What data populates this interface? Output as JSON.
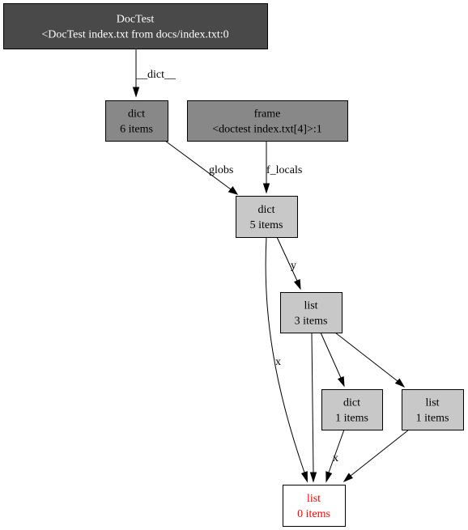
{
  "diagram": {
    "type": "object-reference-graph",
    "nodes": [
      {
        "id": "doctest",
        "lines": [
          "DocTest",
          "<DocTest index.txt from docs/index.txt:0"
        ],
        "fill": "#494949",
        "text_color": "#ffffff"
      },
      {
        "id": "dict6",
        "lines": [
          "dict",
          "6 items"
        ],
        "fill": "#888888",
        "text_color": "#000000"
      },
      {
        "id": "frame",
        "lines": [
          "frame",
          "<doctest index.txt[4]>:1"
        ],
        "fill": "#888888",
        "text_color": "#000000"
      },
      {
        "id": "dict5",
        "lines": [
          "dict",
          "5 items"
        ],
        "fill": "#c8c8c8",
        "text_color": "#000000"
      },
      {
        "id": "list3",
        "lines": [
          "list",
          "3 items"
        ],
        "fill": "#c8c8c8",
        "text_color": "#000000"
      },
      {
        "id": "dict1",
        "lines": [
          "dict",
          "1 items"
        ],
        "fill": "#c8c8c8",
        "text_color": "#000000"
      },
      {
        "id": "list1",
        "lines": [
          "list",
          "1 items"
        ],
        "fill": "#c8c8c8",
        "text_color": "#000000"
      },
      {
        "id": "list0",
        "lines": [
          "list",
          "0 items"
        ],
        "fill": "#ffffff",
        "text_color": "#ff0000"
      }
    ],
    "edges": [
      {
        "from": "doctest",
        "to": "dict6",
        "label": "__dict__"
      },
      {
        "from": "dict6",
        "to": "dict5",
        "label": "globs"
      },
      {
        "from": "frame",
        "to": "dict5",
        "label": "f_locals"
      },
      {
        "from": "dict5",
        "to": "list3",
        "label": "y"
      },
      {
        "from": "dict5",
        "to": "list0",
        "label": "x"
      },
      {
        "from": "list3",
        "to": "dict1",
        "label": ""
      },
      {
        "from": "list3",
        "to": "list1",
        "label": ""
      },
      {
        "from": "list3",
        "to": "list0",
        "label": ""
      },
      {
        "from": "dict1",
        "to": "list0",
        "label": "x"
      },
      {
        "from": "list1",
        "to": "list0",
        "label": ""
      }
    ]
  }
}
